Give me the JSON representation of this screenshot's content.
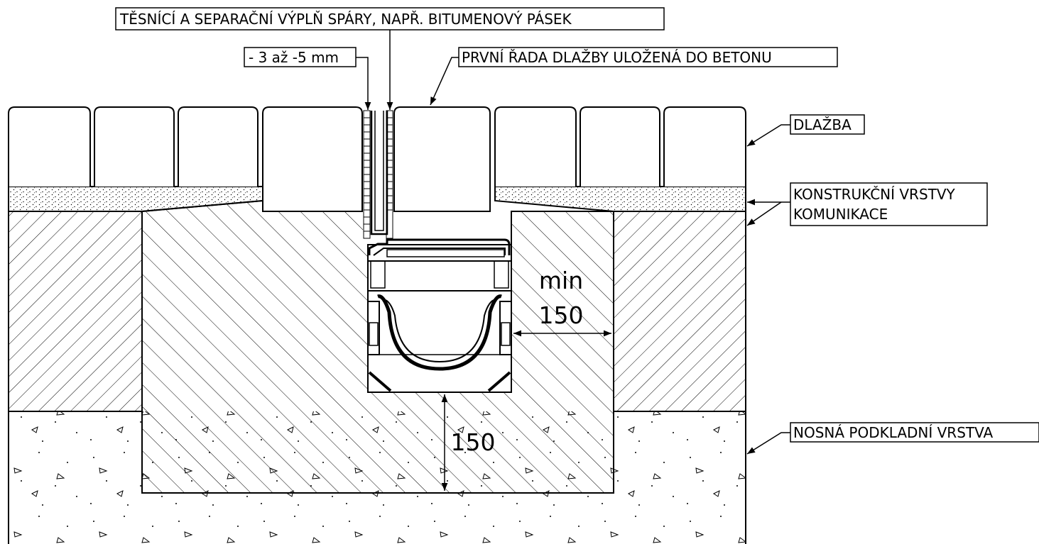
{
  "labels": {
    "seal": "TĚSNÍCÍ A SEPARAČNÍ VÝPLŇ SPÁRY, NAPŘ. BITUMENOVÝ PÁSEK",
    "offset": "- 3 až -5 mm",
    "first_row": "PRVNÍ ŘADA DLAŽBY ULOŽENÁ DO BETONU",
    "paving": "DLAŽBA",
    "layers_line1": "KONSTRUKČNÍ VRSTVY",
    "layers_line2": "KOMUNIKACE",
    "base": "NOSNÁ PODKLADNÍ VRSTVA"
  },
  "dimensions": {
    "side_min": "min",
    "side_value": "150",
    "bottom_value": "150"
  }
}
